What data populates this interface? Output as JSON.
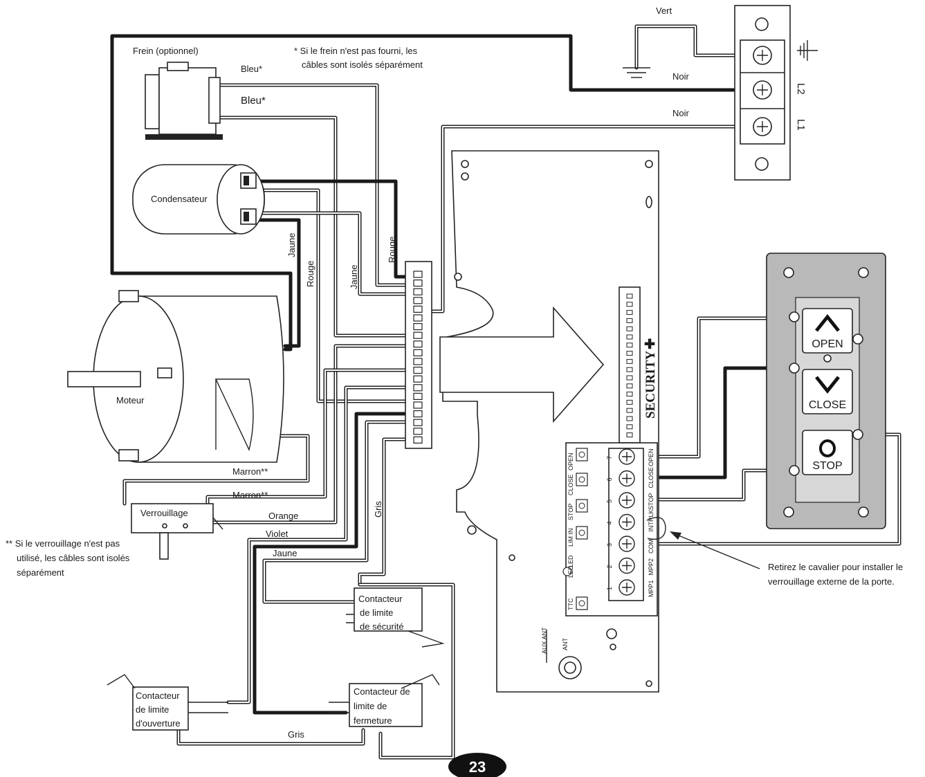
{
  "labels": {
    "vert": "Vert",
    "noir_top": "Noir",
    "noir_bottom": "Noir",
    "l2": "L2",
    "l1": "L1",
    "frein": "Frein (optionnel)",
    "note_frein_line1": "*  Si le frein n'est pas fourni, les",
    "note_frein_line2": "câbles sont isolés séparément",
    "bleu_1": "Bleu*",
    "bleu_2": "Bleu*",
    "condensateur": "Condensateur",
    "jaune_1": "Jaune",
    "rouge_1": "Rouge",
    "jaune_2": "Jaune",
    "rouge_2": "Rouge",
    "moteur": "Moteur",
    "marron_1": "Marron**",
    "marron_2": "Marron**",
    "verrouillage": "Verrouillage",
    "orange": "Orange",
    "violet": "Violet",
    "gris_1": "Gris",
    "jaune_3": "Jaune",
    "gris_2": "Gris",
    "note_verr_line1": "**  Si le verrouillage n'est pas",
    "note_verr_line2": "utilisé, les câbles sont isolés",
    "note_verr_line3": "séparément",
    "contact_securite_1": "Contacteur",
    "contact_securite_2": "de limite",
    "contact_securite_3": "de sécurité",
    "contact_ouverture_1": "Contacteur",
    "contact_ouverture_2": "de limite",
    "contact_ouverture_3": "d'ouverture",
    "contact_fermeture_1": "Contacteur de",
    "contact_fermeture_2": "limite de",
    "contact_fermeture_3": "fermeture",
    "retirez_line1": "Retirez le cavalier pour installer le",
    "retirez_line2": "verrouillage externe de la porte.",
    "security": "SECURITY",
    "security_plus": "✚",
    "page_number": "23"
  },
  "station": {
    "open": "OPEN",
    "close": "CLOSE",
    "stop": "STOP"
  },
  "board": {
    "terminal_numbers": [
      "7",
      "6",
      "5",
      "4",
      "3",
      "2",
      "1"
    ],
    "terminal_labels": [
      "OPEN",
      "CLOSE",
      "STOP",
      "INTRLK",
      "COM",
      "MPP2",
      "MPP1"
    ],
    "left_labels": [
      "OPEN",
      "CLOSE",
      "STOP",
      "LIM IN",
      "LED",
      "LED",
      "TTC"
    ],
    "aux_ant": "AUX ANT",
    "ant": "ANT"
  }
}
